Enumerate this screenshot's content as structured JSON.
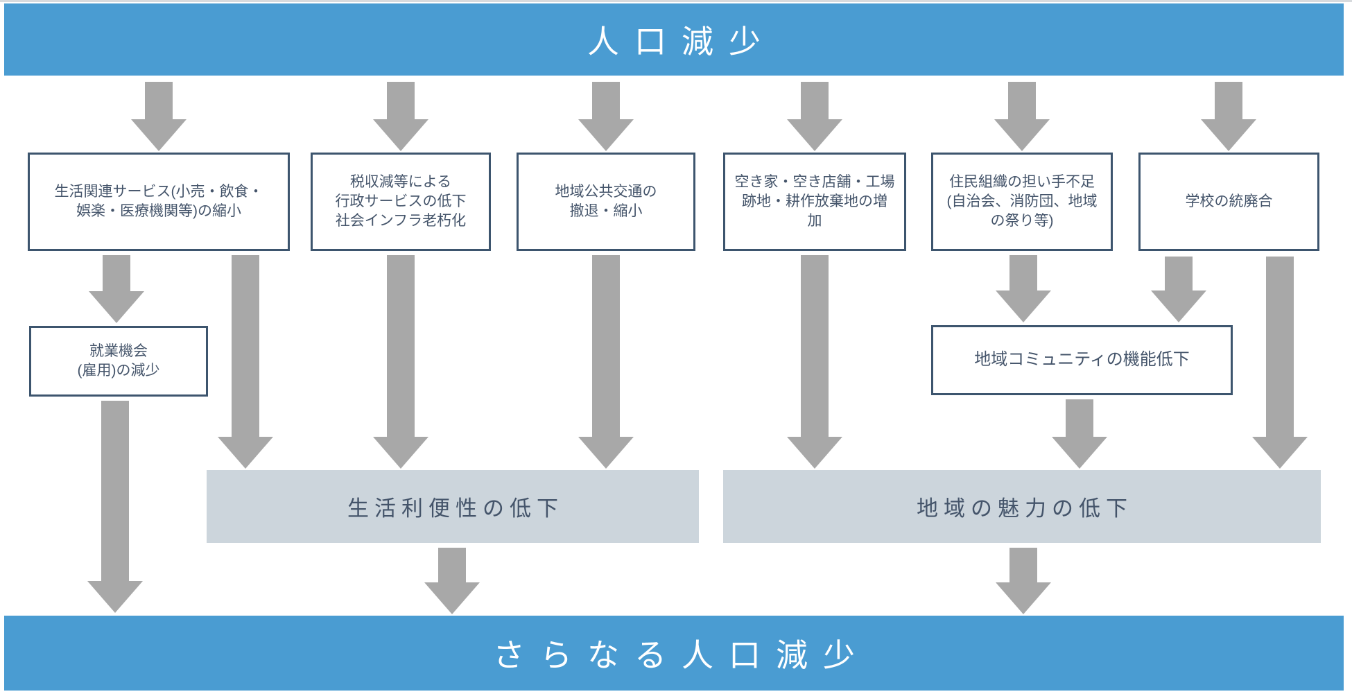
{
  "colors": {
    "banner_bg": "#4a9cd2",
    "banner_text": "#ffffff",
    "bar_bg": "#ccd5dc",
    "arrow_fill": "#a8a8a8",
    "box_border": "#3d556e",
    "box_text": "#44546a",
    "page_bg": "#ffffff"
  },
  "banners": {
    "top": "人口減少",
    "bottom": "さらなる人口減少"
  },
  "causes": {
    "services": "生活関連サービス(小売・飲食・\n娯楽・医療機関等)の縮小",
    "tax": "税収減等による\n行政サービスの低下\n社会インフラ老朽化",
    "transport": "地域公共交通の\n撤退・縮小",
    "vacant": "空き家・空き店舗・工場\n跡地・耕作放棄地の増\n加",
    "residents": "住民組織の担い手不足\n(自治会、消防団、地域\nの祭り等)",
    "schools": "学校の統廃合"
  },
  "effects": {
    "employment": "就業機会\n(雇用)の減少",
    "community": "地域コミュニティの機能低下"
  },
  "outcomes": {
    "convenience": "生活利便性の低下",
    "attractiveness": "地域の魅力の低下"
  }
}
